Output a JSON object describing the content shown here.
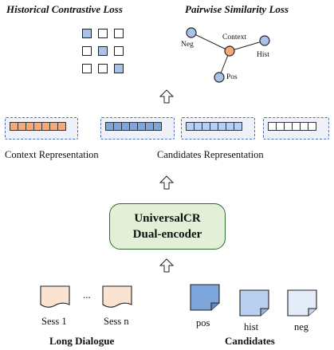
{
  "top": {
    "historical_title": "Historical Contrastive Loss",
    "pairwise_title": "Pairwise Similarity Loss",
    "graph_labels": {
      "neg": "Neg",
      "context": "Context",
      "hist": "Hist",
      "pos": "Pos"
    }
  },
  "representations": {
    "context_label": "Context Representation",
    "candidates_label": "Candidates Representation"
  },
  "encoder": {
    "line1": "UniversalCR",
    "line2": "Dual-encoder"
  },
  "inputs": {
    "sessions": [
      "Sess 1",
      "Sess n"
    ],
    "ellipsis": "...",
    "long_dialogue": "Long Dialogue",
    "candidates": [
      "pos",
      "hist",
      "neg"
    ],
    "candidates_label": "Candidates"
  },
  "colors": {
    "orange": "#f4a97b",
    "blue": "#a9c3e8",
    "light_blue": "#cfdff4",
    "doc_peach": "#fbe3d2",
    "encoder_fill": "#e3efd6",
    "encoder_border": "#2f6b2f"
  }
}
